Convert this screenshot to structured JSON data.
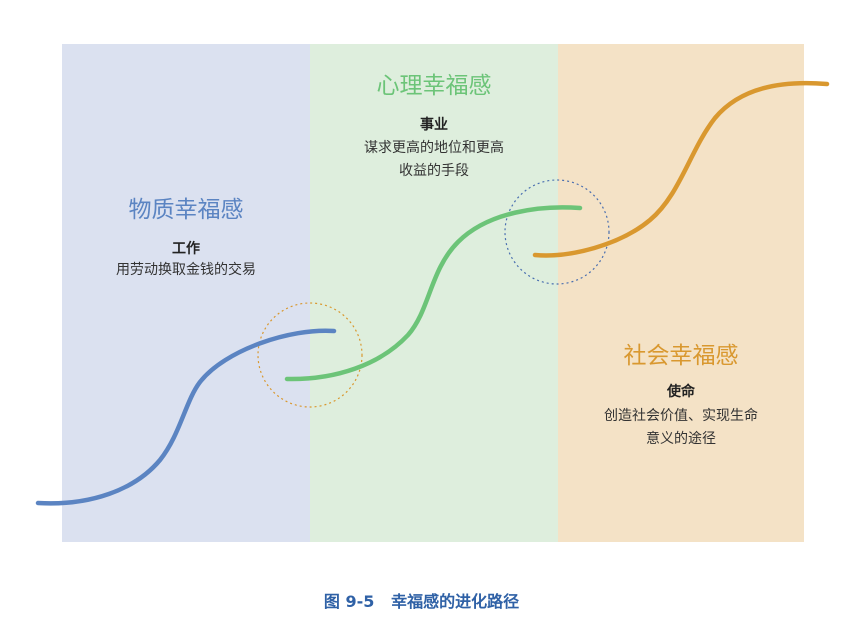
{
  "colors": {
    "blue": "#5b84c2",
    "green": "#6cc478",
    "orange": "#d9982f",
    "caption": "#2f61a6"
  },
  "stages": [
    {
      "title": "物质幸福感",
      "subtitle": "工作",
      "description": "用劳动换取金钱的交易"
    },
    {
      "title": "心理幸福感",
      "subtitle": "事业",
      "description_lines": [
        "谋求更高的地位和更高",
        "收益的手段"
      ]
    },
    {
      "title": "社会幸福感",
      "subtitle": "使命",
      "description_lines": [
        "创造社会价值、实现生命",
        "意义的途径"
      ]
    }
  ],
  "caption": "图 9-5   幸福感的进化路径"
}
